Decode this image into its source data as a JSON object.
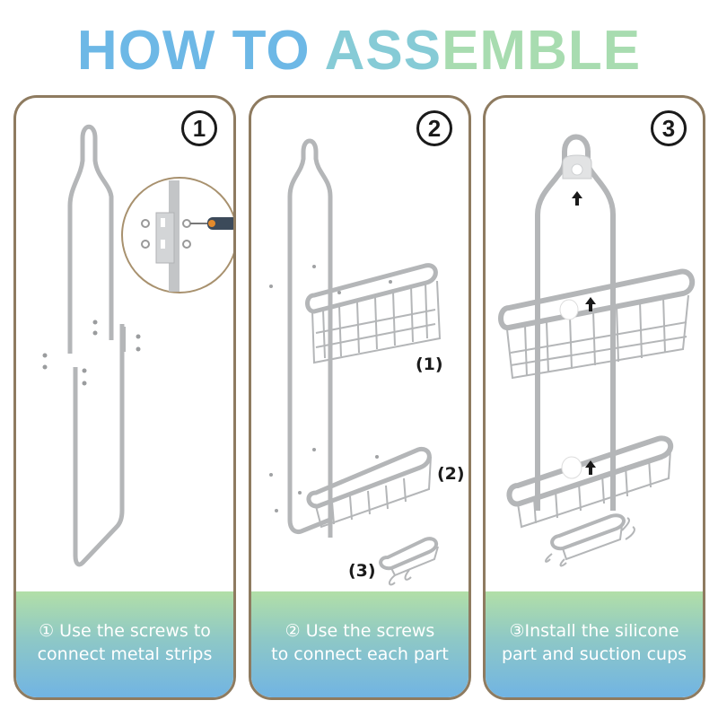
{
  "header": {
    "title_part1": "HOW TO ",
    "title_part2": "ASS",
    "title_part3": "EMBLE",
    "colors": {
      "blue": "#6db8e6",
      "teal": "#86cbd6",
      "green": "#a8dcb0"
    }
  },
  "steps": [
    {
      "number": "1",
      "caption_line1": "① Use the screws to",
      "caption_line2": "connect metal strips",
      "illustration": "metal-strips-with-screws-and-screwdriver-detail"
    },
    {
      "number": "2",
      "caption_line1": "② Use the screws",
      "caption_line2": "to connect each part",
      "illustration": "frame-with-baskets",
      "part_labels": [
        "(1)",
        "(2)",
        "(3)"
      ]
    },
    {
      "number": "3",
      "caption_line1": "③Install the silicone",
      "caption_line2": "part and suction cups",
      "illustration": "assembled-caddy-with-suction-cups"
    }
  ],
  "style": {
    "panel_border": "#8e7b60",
    "caption_gradient_top": "#b2dfa7",
    "caption_gradient_bottom": "#71b4e3",
    "metal_color": "#b4b6b8"
  }
}
